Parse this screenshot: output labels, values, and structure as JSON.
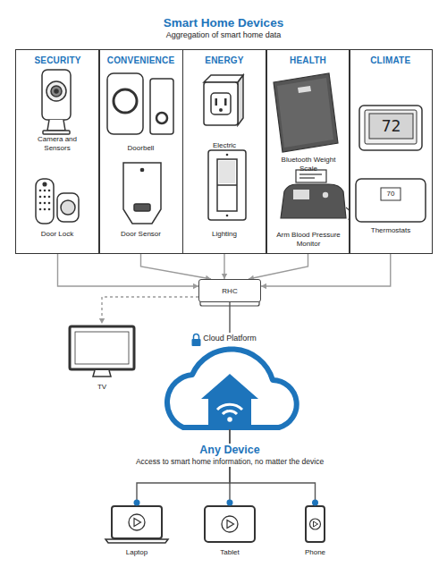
{
  "diagram": {
    "title": "Smart Home Devices",
    "nodes": [
      {
        "text": [
          "SECURITY"
        ]
      },
      {
        "text": [
          "Camera and Sensors"
        ],
        "in": 0
      },
      {
        "text": [
          "Door Lock"
        ],
        "in": 0
      },
      {
        "text": [
          "CONVENIENCE"
        ]
      },
      {
        "text": [
          "Doorbell"
        ],
        "in": 3
      },
      {
        "text": [
          "Door Sensor"
        ],
        "in": 3
      },
      {
        "text": [
          "ENERGY"
        ]
      },
      {
        "text": [
          "Electric"
        ],
        "in": 6
      },
      {
        "text": [
          "Lighting"
        ],
        "in": 6
      },
      {
        "text": [
          "HEALTH"
        ]
      },
      {
        "text": [
          "Bluetooth Weight Scale"
        ],
        "in": 9
      },
      {
        "text": [
          "Arm Blood Pressure Monitor"
        ],
        "in": 9
      },
      {
        "text": [
          "CLIMATE"
        ]
      },
      {
        "text": [
          "72"
        ],
        "in": 12
      },
      {
        "text": [
          "70",
          "Thermostats"
        ],
        "in": 12
      },
      {
        "text": [
          "RHC"
        ]
      },
      {
        "text": [
          "TV"
        ]
      },
      {
        "text": [
          "Cloud Platform"
        ]
      },
      {
        "text": [
          "Laptop"
        ]
      },
      {
        "text": [
          "Tablet"
        ]
      },
      {
        "text": [
          "Phone"
        ]
      }
    ],
    "edges": [
      {
        "from": 0,
        "to": 15,
        "arrow": "to"
      },
      {
        "from": 3,
        "to": 15,
        "arrow": "to"
      },
      {
        "from": 6,
        "to": 15,
        "arrow": "to"
      },
      {
        "from": 9,
        "to": 15,
        "arrow": "to"
      },
      {
        "from": 12,
        "to": 15,
        "arrow": "to"
      },
      {
        "from": 15,
        "to": 16,
        "arrow": "to"
      },
      {
        "from": 15,
        "to": 17,
        "arrow": "none"
      },
      {
        "from": 17,
        "to": 18,
        "arrow": "none"
      },
      {
        "from": 17,
        "to": 19,
        "arrow": "none"
      },
      {
        "from": 17,
        "to": 20,
        "arrow": "none"
      }
    ],
    "labels": [
      "Aggregation of smart home data",
      "Any Device",
      "Access to smart home information, no matter the device"
    ]
  }
}
